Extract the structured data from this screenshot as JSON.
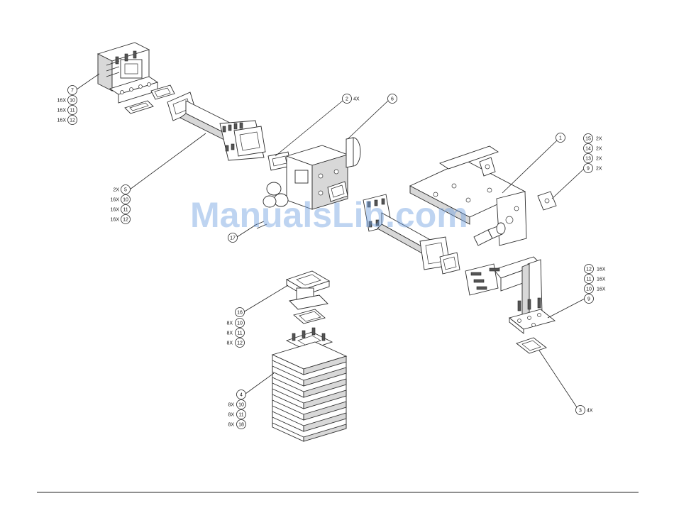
{
  "watermark": "ManualsLib.com",
  "colors": {
    "line": "#222222",
    "watermark": "#6f9fdf",
    "background": "#ffffff"
  },
  "callouts": [
    {
      "num": "7",
      "qty": ""
    },
    {
      "num": "10",
      "qty": "16X"
    },
    {
      "num": "11",
      "qty": "16X"
    },
    {
      "num": "12",
      "qty": "16X"
    },
    {
      "num": "5",
      "qty": "2X"
    },
    {
      "num": "10",
      "qty": "16X"
    },
    {
      "num": "11",
      "qty": "16X"
    },
    {
      "num": "12",
      "qty": "16X"
    },
    {
      "num": "2",
      "qty": "4X"
    },
    {
      "num": "6",
      "qty": ""
    },
    {
      "num": "17",
      "qty": ""
    },
    {
      "num": "1",
      "qty": ""
    },
    {
      "num": "15",
      "qty": "2X"
    },
    {
      "num": "14",
      "qty": "2X"
    },
    {
      "num": "13",
      "qty": "2X"
    },
    {
      "num": "9",
      "qty": "2X"
    },
    {
      "num": "12",
      "qty": "16X"
    },
    {
      "num": "11",
      "qty": "16X"
    },
    {
      "num": "10",
      "qty": "16X"
    },
    {
      "num": "9",
      "qty": ""
    },
    {
      "num": "3",
      "qty": "4X"
    },
    {
      "num": "16",
      "qty": ""
    },
    {
      "num": "10",
      "qty": "8X"
    },
    {
      "num": "11",
      "qty": "8X"
    },
    {
      "num": "12",
      "qty": "8X"
    },
    {
      "num": "4",
      "qty": ""
    },
    {
      "num": "10",
      "qty": "8X"
    },
    {
      "num": "11",
      "qty": "8X"
    },
    {
      "num": "18",
      "qty": "8X"
    }
  ]
}
